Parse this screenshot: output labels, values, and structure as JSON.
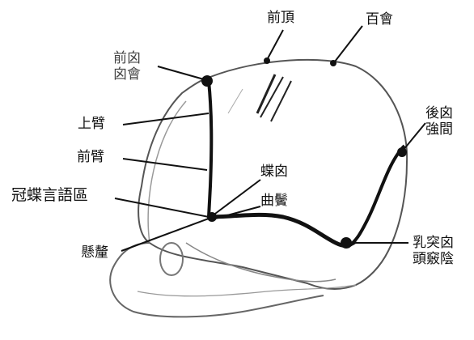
{
  "labels": {
    "zen_cho": "前頂",
    "hyaku_e": "百會",
    "zen_shin_line1": "前囟",
    "zen_shin_line2": "囟會",
    "jo_seki": "上臂",
    "zen_seki": "前臂",
    "kan_cho": "冠蝶言語區",
    "kenri": "懸釐",
    "cho_shin": "蝶囟",
    "kyoku_bin": "曲鬢",
    "go_shin_line1": "後囟",
    "go_shin_line2": "強間",
    "nyu_totsu_line1": "乳突囟",
    "nyu_totsu_line2": "頭竅陰"
  },
  "colors": {
    "ink": "#111111",
    "background": "#ffffff"
  }
}
